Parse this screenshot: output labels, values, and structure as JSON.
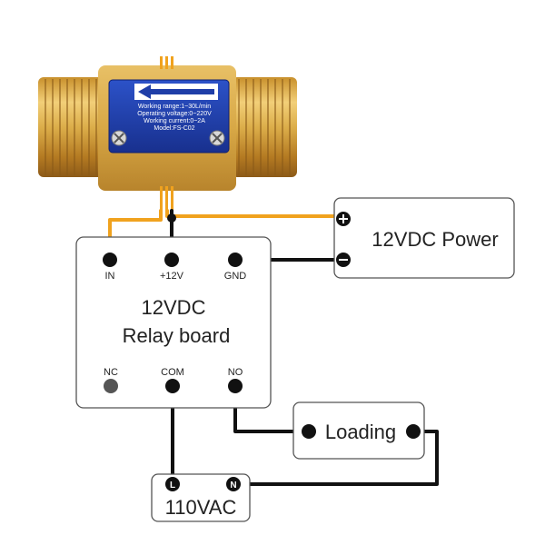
{
  "sensor": {
    "label_lines": [
      "Working range:1~30L/min",
      "Operating voltage:0~220V",
      "Working current:0~2A",
      "Model:FS-C02"
    ]
  },
  "power": {
    "label": "12VDC Power",
    "plus": "+",
    "minus": "−"
  },
  "relay": {
    "title_line1": "12VDC",
    "title_line2": "Relay board",
    "pins_top": [
      "IN",
      "+12V",
      "GND"
    ],
    "pins_bottom": [
      "NC",
      "COM",
      "NO"
    ]
  },
  "loading": {
    "label": "Loading"
  },
  "ac": {
    "label": "110VAC",
    "pin_l": "L",
    "pin_n": "N"
  },
  "colors": {
    "brass": "#d7a53c",
    "plate_blue": "#1f3ea8",
    "wire_orange": "#f0a21e",
    "wire_black": "#111111",
    "box_border": "#555555"
  }
}
